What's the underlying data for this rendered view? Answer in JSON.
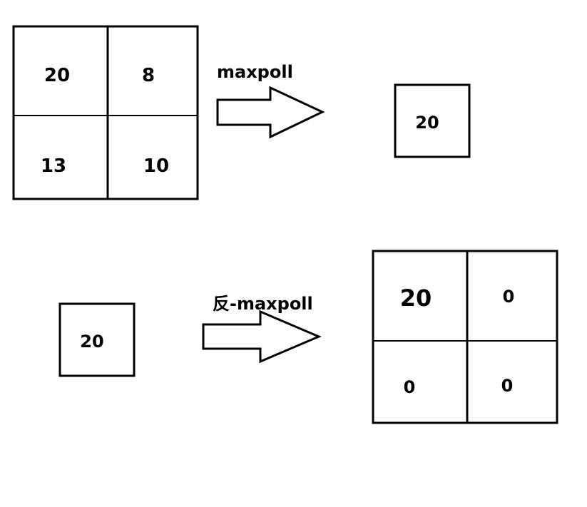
{
  "top": {
    "input_grid": [
      "20",
      "8",
      "13",
      "10"
    ],
    "operation_label": "maxpoll",
    "output_cell": "20"
  },
  "bottom": {
    "input_cell": "20",
    "operation_label": "反-maxpoll",
    "output_grid": [
      "20",
      "0",
      "0",
      "0"
    ]
  }
}
